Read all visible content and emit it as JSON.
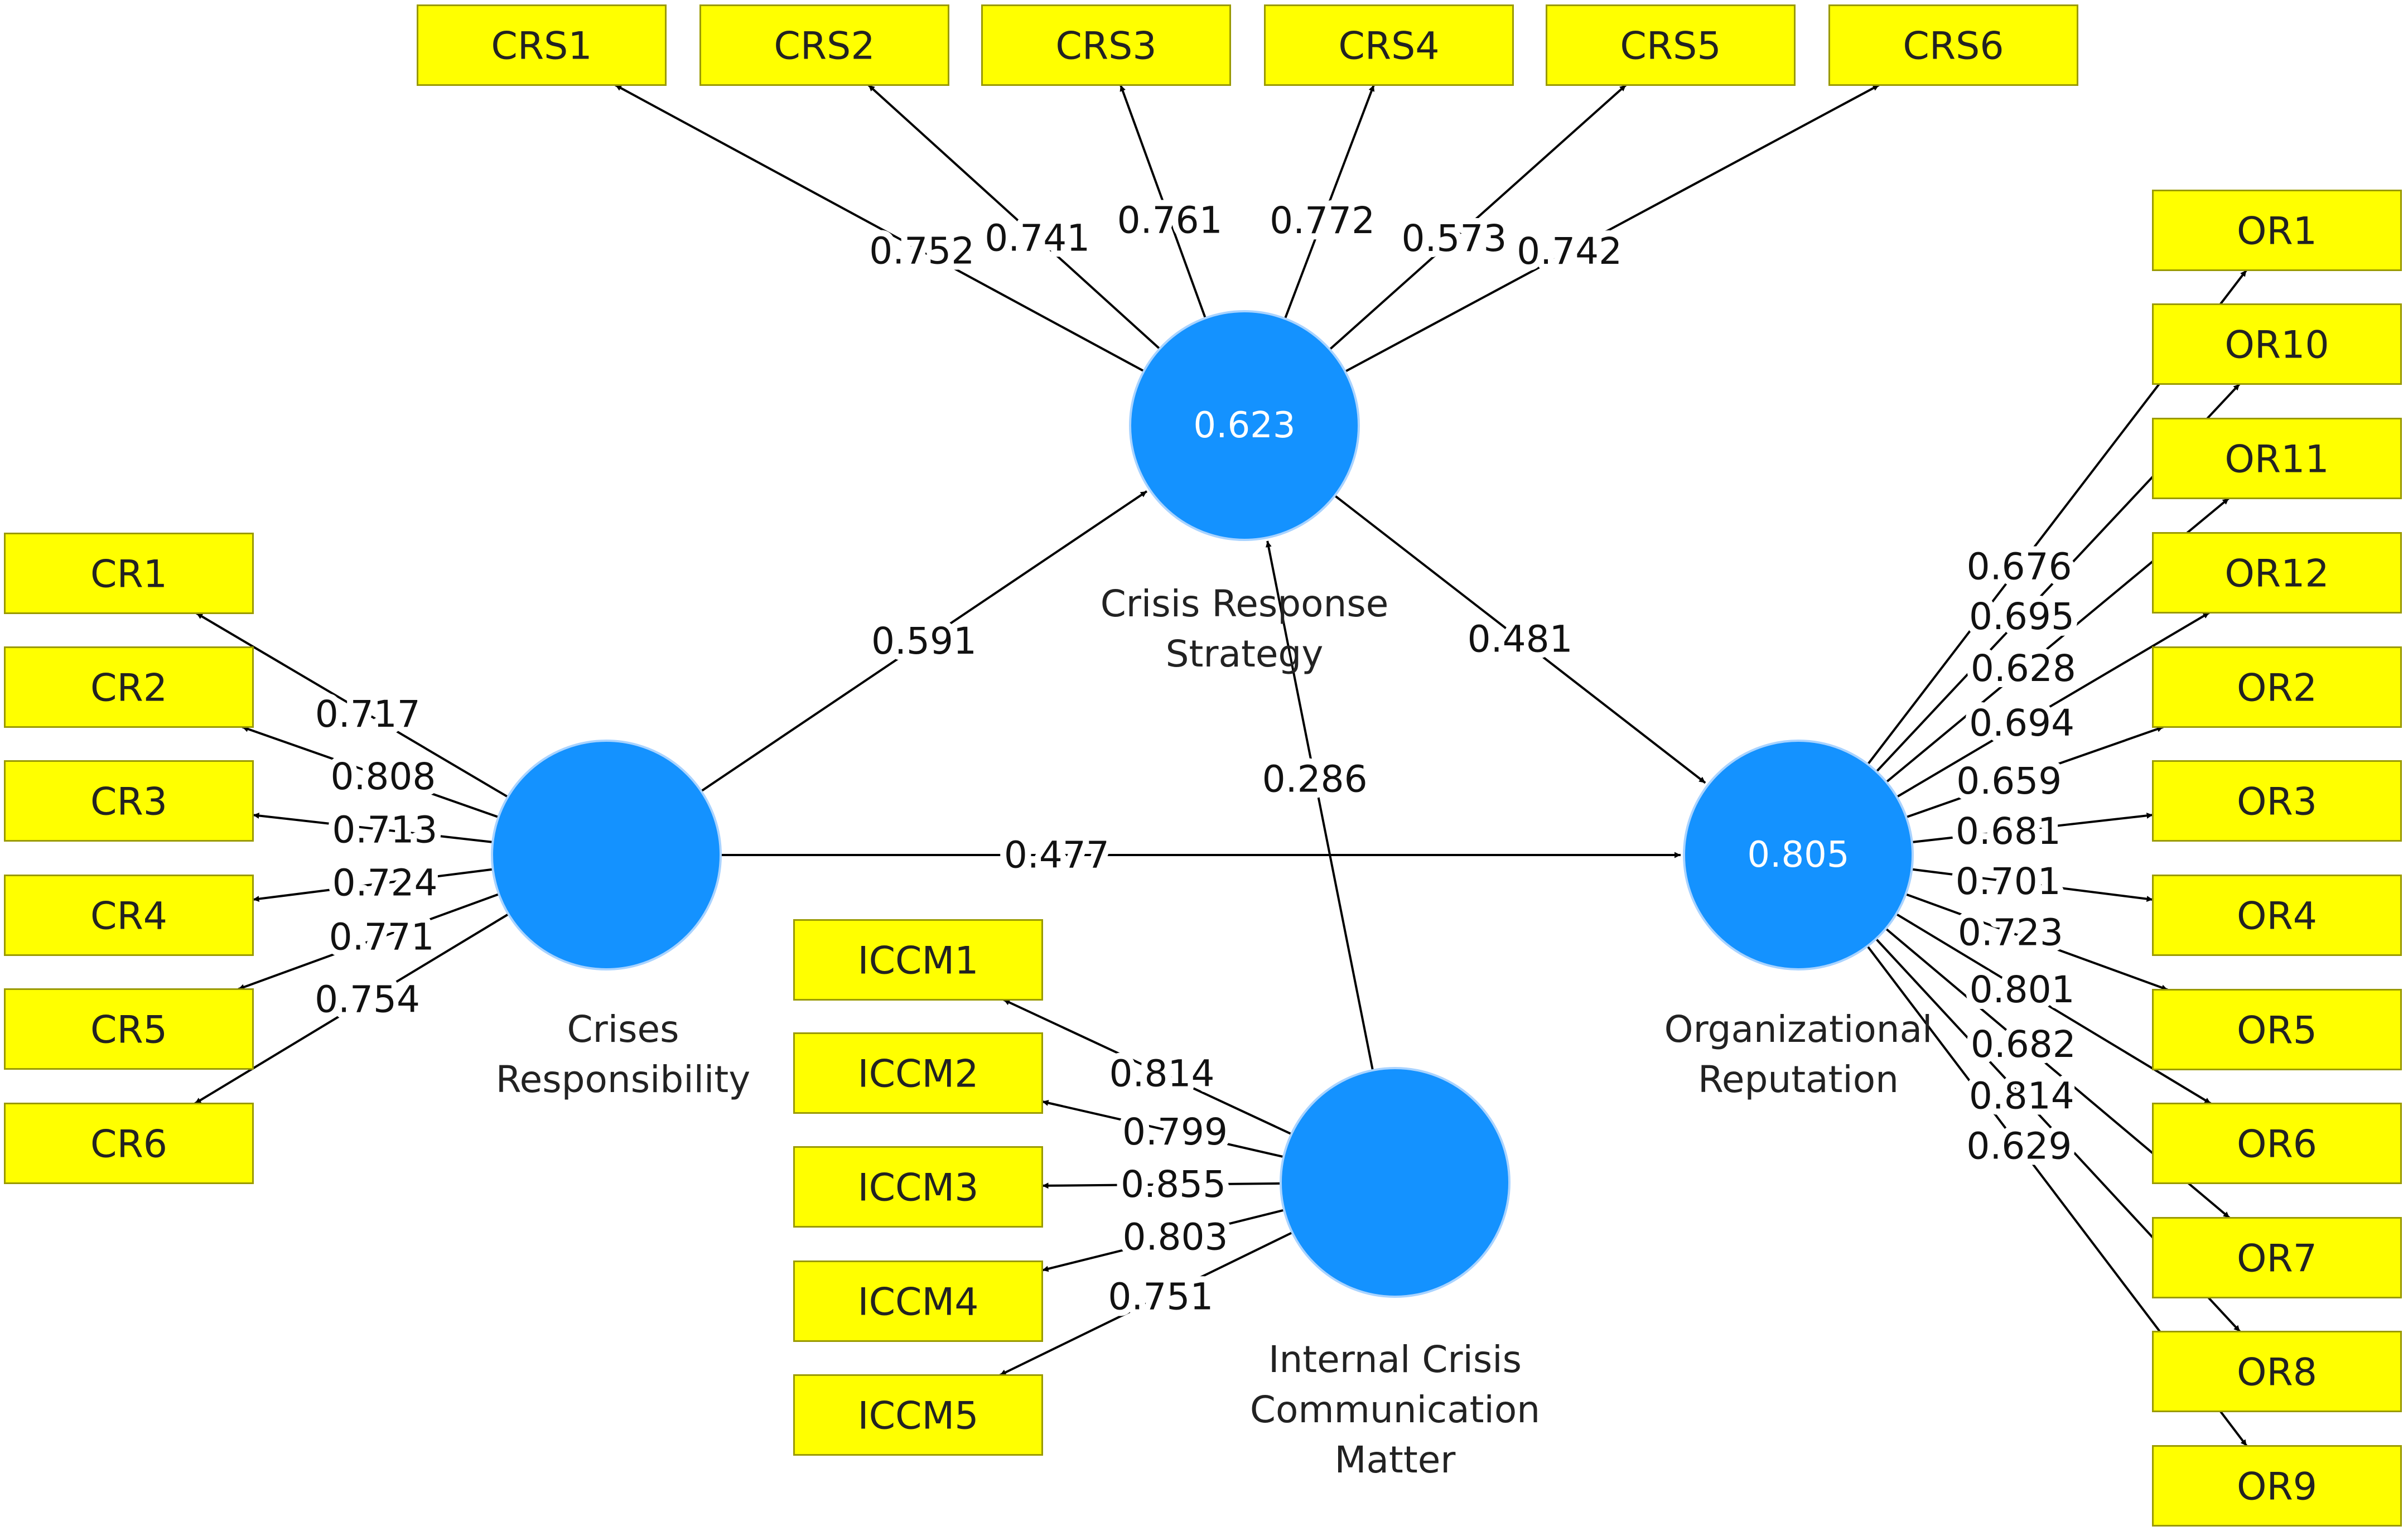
{
  "colors": {
    "indicator_fill": "#ffff00",
    "construct_fill": "#1492ff",
    "line": "#000000",
    "background": "#ffffff"
  },
  "constructs": {
    "crs": {
      "name": [
        "Crisis Response",
        "Strategy"
      ],
      "r2": "0.623"
    },
    "cr": {
      "name": [
        "Crises",
        "Responsibility"
      ],
      "r2": ""
    },
    "or": {
      "name": [
        "Organizational",
        "Reputation"
      ],
      "r2": "0.805"
    },
    "iccm": {
      "name": [
        "Internal Crisis",
        "Communication",
        "Matter"
      ],
      "r2": ""
    }
  },
  "indicators": {
    "crs": {
      "labels": [
        "CRS1",
        "CRS2",
        "CRS3",
        "CRS4",
        "CRS5",
        "CRS6"
      ],
      "loadings": [
        "0.752",
        "0.741",
        "0.761",
        "0.772",
        "0.573",
        "0.742"
      ]
    },
    "cr": {
      "labels": [
        "CR1",
        "CR2",
        "CR3",
        "CR4",
        "CR5",
        "CR6"
      ],
      "loadings": [
        "0.717",
        "0.808",
        "0.713",
        "0.724",
        "0.771",
        "0.754"
      ]
    },
    "iccm": {
      "labels": [
        "ICCM1",
        "ICCM2",
        "ICCM3",
        "ICCM4",
        "ICCM5"
      ],
      "loadings": [
        "0.814",
        "0.799",
        "0.855",
        "0.803",
        "0.751"
      ]
    },
    "or": {
      "labels": [
        "OR1",
        "OR10",
        "OR11",
        "OR12",
        "OR2",
        "OR3",
        "OR4",
        "OR5",
        "OR6",
        "OR7",
        "OR8",
        "OR9"
      ],
      "loadings": [
        "0.676",
        "0.695",
        "0.628",
        "0.694",
        "0.659",
        "0.681",
        "0.701",
        "0.723",
        "0.801",
        "0.682",
        "0.814",
        "0.629"
      ]
    }
  },
  "paths": [
    {
      "from": "cr",
      "to": "crs",
      "coef": "0.591"
    },
    {
      "from": "crs",
      "to": "or",
      "coef": "0.481"
    },
    {
      "from": "cr",
      "to": "or",
      "coef": "0.477"
    },
    {
      "from": "iccm",
      "to": "crs",
      "coef": "0.286"
    }
  ]
}
